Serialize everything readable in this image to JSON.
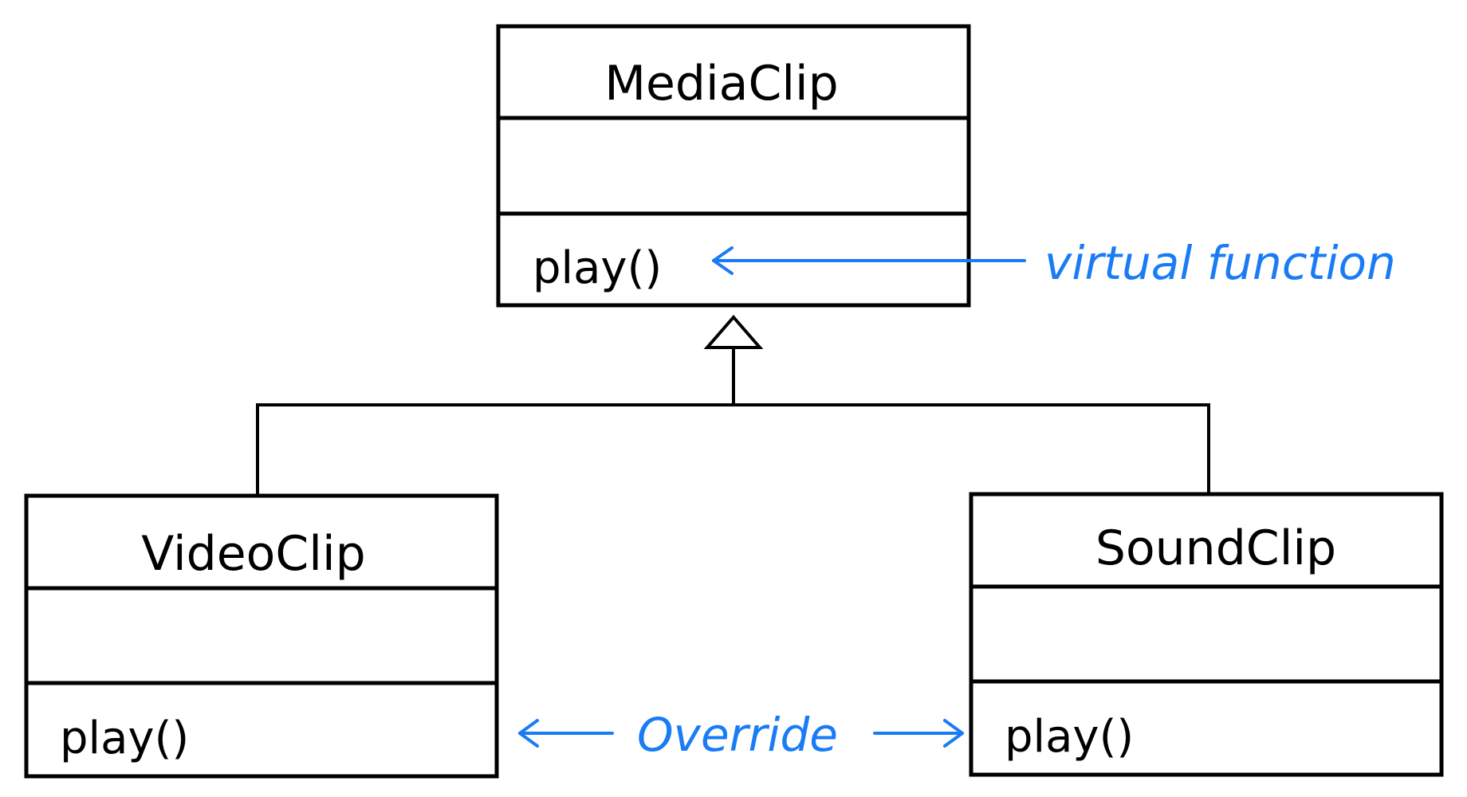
{
  "classes": {
    "media_clip": {
      "name": "MediaClip",
      "method": "play()"
    },
    "video_clip": {
      "name": "VideoClip",
      "method": "play()"
    },
    "sound_clip": {
      "name": "SoundClip",
      "method": "play()"
    }
  },
  "annotations": {
    "virtual_function": "virtual function",
    "override": "Override"
  },
  "colors": {
    "line": "#000000",
    "annotation": "#1a7cf5",
    "background": "#ffffff"
  }
}
